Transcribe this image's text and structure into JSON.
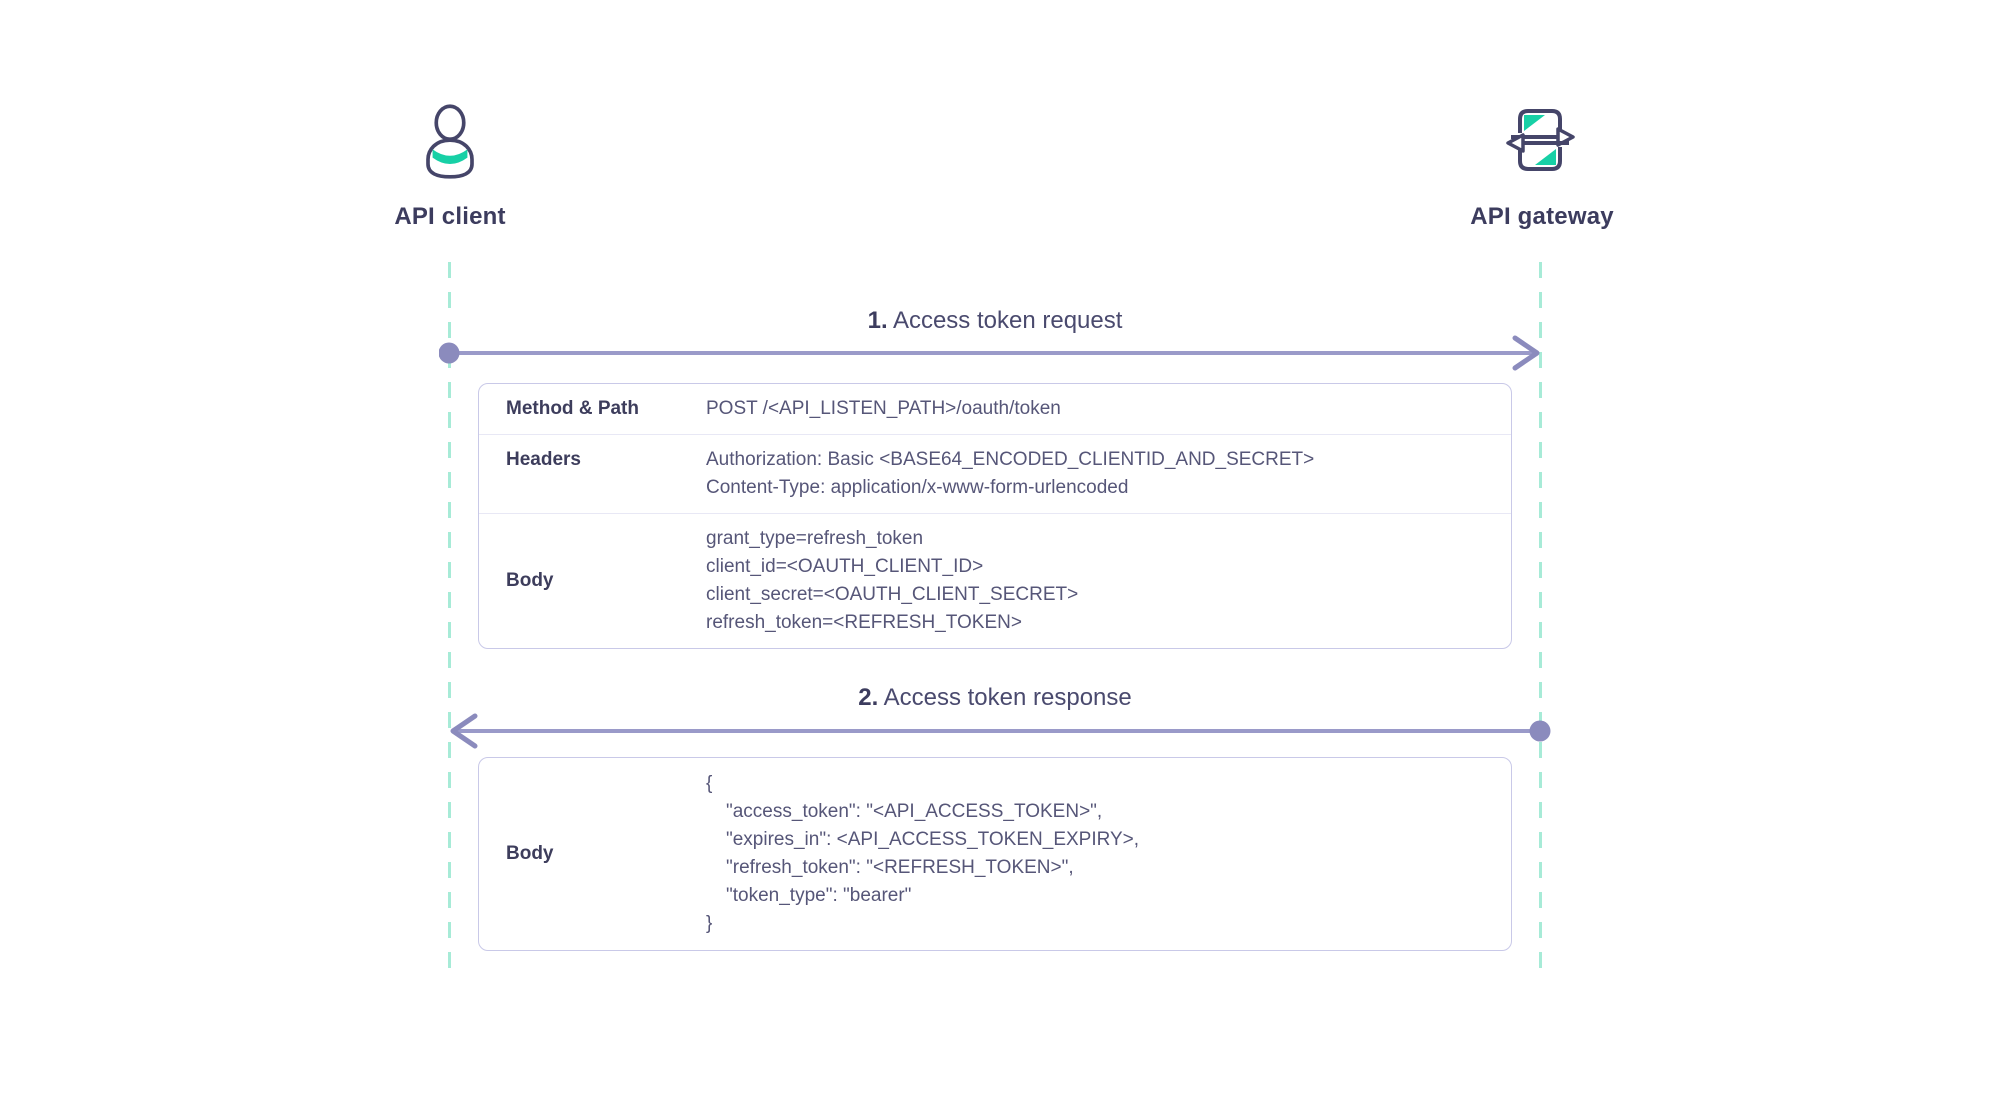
{
  "actors": {
    "client": {
      "label": "API client",
      "icon": "user-icon"
    },
    "gateway": {
      "label": "API gateway",
      "icon": "swap-arrows-icon"
    }
  },
  "messages": [
    {
      "number": "1.",
      "title": "Access token request",
      "direction": "left-to-right"
    },
    {
      "number": "2.",
      "title": "Access token response",
      "direction": "right-to-left"
    }
  ],
  "request_table": {
    "rows": [
      {
        "label": "Method & Path",
        "lines": [
          "POST /<API_LISTEN_PATH>/oauth/token"
        ]
      },
      {
        "label": "Headers",
        "lines": [
          "Authorization: Basic <BASE64_ENCODED_CLIENTID_AND_SECRET>",
          "Content-Type: application/x-www-form-urlencoded"
        ]
      },
      {
        "label": "Body",
        "lines": [
          "grant_type=refresh_token",
          "client_id=<OAUTH_CLIENT_ID>",
          "client_secret=<OAUTH_CLIENT_SECRET>",
          "refresh_token=<REFRESH_TOKEN>"
        ]
      }
    ]
  },
  "response_table": {
    "rows": [
      {
        "label": "Body",
        "lines": [
          "{",
          "\"access_token\": \"<API_ACCESS_TOKEN>\",",
          "\"expires_in\": <API_ACCESS_TOKEN_EXPIRY>,",
          "\"refresh_token\": \"<REFRESH_TOKEN>\",",
          "\"token_type\": \"bearer\"",
          "}"
        ]
      }
    ]
  },
  "colors": {
    "icon_outline": "#454569",
    "accent_teal": "#17d0a6",
    "arrow_line": "#9a9ac9",
    "arrow_marker": "#8b8bbd",
    "lifeline_mint": "#a7ebd7",
    "heading_text": "#3c3c5e",
    "value_text": "#565678",
    "table_border": "#c9c9e8",
    "row_divider": "#e8e8f5"
  }
}
